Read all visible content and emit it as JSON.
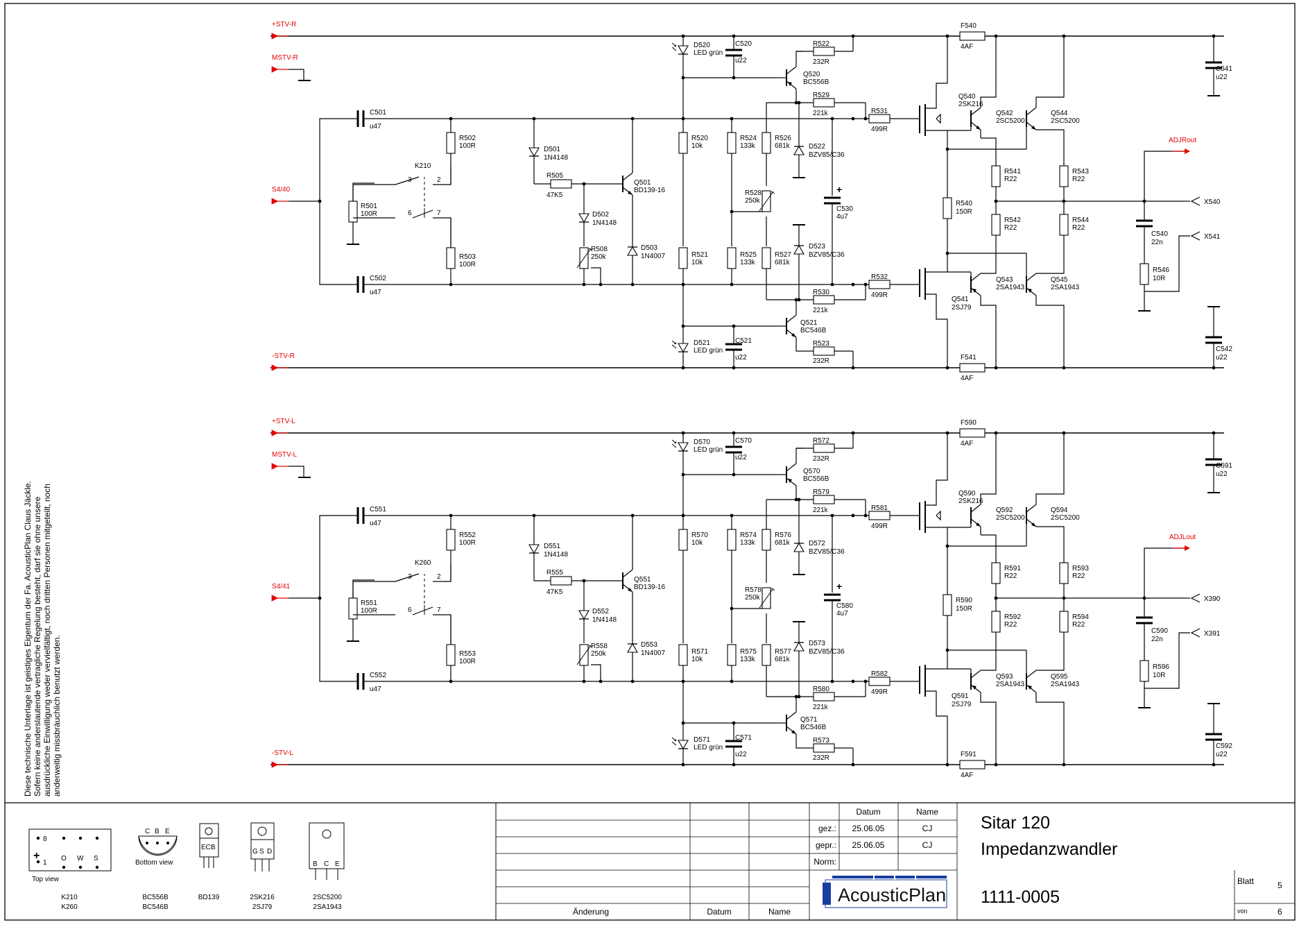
{
  "sheet": {
    "legal_notice": [
      "Diese technische Unterlage ist geistiges Eigentum der Fa. AcousticPlan Claus Jäckle.",
      "Sofern keine anderslautende vertragliche Regelung besteht, darf sie ohne unsere",
      "ausdrückliche Einwilligung weder vervielfältigt, noch dritten Personen mitgeteilt, noch",
      "anderweitig missbräuchlich benutzt werden."
    ],
    "colors": {
      "line": "#000000",
      "net_label": "#e60000",
      "logo_blue": "#1a3d9e"
    }
  },
  "channels": [
    {
      "net": {
        "vplus": "+STV-R",
        "mid": "MSTV-R",
        "vminus": "-STV-R",
        "input": "S4/40",
        "adj": "ADJRout",
        "out1": "X540",
        "out2": "X541"
      },
      "relay": {
        "name": "K210",
        "p3": "3",
        "p2": "2",
        "p6": "6",
        "p7": "7"
      },
      "c_in_top": {
        "name": "C501",
        "val": "u47"
      },
      "c_in_bot": {
        "name": "C502",
        "val": "u47"
      },
      "r_shunt": {
        "name": "R501",
        "val": "100R"
      },
      "r_top": {
        "name": "R502",
        "val": "100R"
      },
      "r_bot": {
        "name": "R503",
        "val": "100R"
      },
      "d_a": {
        "name": "D501",
        "val": "1N4148"
      },
      "r_ser": {
        "name": "R505",
        "val": "47K5"
      },
      "d_b": {
        "name": "D502",
        "val": "1N4148"
      },
      "pot_bias": {
        "name": "R508",
        "val": "250k"
      },
      "d_c": {
        "name": "D503",
        "val": "1N4007"
      },
      "q_drv": {
        "name": "Q501",
        "val": "BD139-16"
      },
      "led_top": {
        "name": "D520",
        "val": "LED grün"
      },
      "c_top": {
        "name": "C520",
        "val": "u22"
      },
      "led_bot": {
        "name": "D521",
        "val": "LED grün"
      },
      "c_bot": {
        "name": "C521",
        "val": "u22"
      },
      "r_div_top": {
        "name": "R520",
        "val": "10k"
      },
      "r_div_bot": {
        "name": "R521",
        "val": "10k"
      },
      "r_e_top": {
        "name": "R522",
        "val": "232R"
      },
      "r_e_bot": {
        "name": "R523",
        "val": "232R"
      },
      "q_cs_top": {
        "name": "Q520",
        "val": "BC556B"
      },
      "q_cs_bot": {
        "name": "Q521",
        "val": "BC546B"
      },
      "r_a": {
        "name": "R524",
        "val": "133k"
      },
      "r_b": {
        "name": "R525",
        "val": "133k"
      },
      "r_c": {
        "name": "R526",
        "val": "681k"
      },
      "r_d": {
        "name": "R527",
        "val": "681k"
      },
      "pot_off": {
        "name": "R528",
        "val": "250k"
      },
      "r_fb_top": {
        "name": "R529",
        "val": "221k"
      },
      "r_fb_bot": {
        "name": "R530",
        "val": "221k"
      },
      "z_top": {
        "name": "D522",
        "val": "BZV85/C36"
      },
      "z_bot": {
        "name": "D523",
        "val": "BZV85/C36"
      },
      "c_el": {
        "name": "C530",
        "val": "4u7"
      },
      "r_g_top": {
        "name": "R531",
        "val": "499R"
      },
      "r_g_bot": {
        "name": "R532",
        "val": "499R"
      },
      "q_mos_n": {
        "name": "Q540",
        "val": "2SK216"
      },
      "q_mos_p": {
        "name": "Q541",
        "val": "2SJ79"
      },
      "r_mid": {
        "name": "R540",
        "val": "150R"
      },
      "f_top": {
        "name": "F540",
        "val": "4AF"
      },
      "f_bot": {
        "name": "F541",
        "val": "4AF"
      },
      "q_o1": {
        "name": "Q542",
        "val": "2SC5200"
      },
      "q_o2": {
        "name": "Q544",
        "val": "2SC5200"
      },
      "q_o3": {
        "name": "Q543",
        "val": "2SA1943"
      },
      "q_o4": {
        "name": "Q545",
        "val": "2SA1943"
      },
      "r_o1": {
        "name": "R541",
        "val": "R22"
      },
      "r_o2": {
        "name": "R543",
        "val": "R22"
      },
      "r_o3": {
        "name": "R542",
        "val": "R22"
      },
      "r_o4": {
        "name": "R544",
        "val": "R22"
      },
      "c_zob": {
        "name": "C540",
        "val": "22n"
      },
      "r_zob": {
        "name": "R546",
        "val": "10R"
      },
      "c_sup_top": {
        "name": "C541",
        "val": "u22"
      },
      "c_sup_bot": {
        "name": "C542",
        "val": "u22"
      }
    },
    {
      "net": {
        "vplus": "+STV-L",
        "mid": "MSTV-L",
        "vminus": "-STV-L",
        "input": "S4/41",
        "adj": "ADJLout",
        "out1": "X390",
        "out2": "X391"
      },
      "relay": {
        "name": "K260",
        "p3": "3",
        "p2": "2",
        "p6": "6",
        "p7": "7"
      },
      "c_in_top": {
        "name": "C551",
        "val": "u47"
      },
      "c_in_bot": {
        "name": "C552",
        "val": "u47"
      },
      "r_shunt": {
        "name": "R551",
        "val": "100R"
      },
      "r_top": {
        "name": "R552",
        "val": "100R"
      },
      "r_bot": {
        "name": "R553",
        "val": "100R"
      },
      "d_a": {
        "name": "D551",
        "val": "1N4148"
      },
      "r_ser": {
        "name": "R555",
        "val": "47K5"
      },
      "d_b": {
        "name": "D552",
        "val": "1N4148"
      },
      "pot_bias": {
        "name": "R558",
        "val": "250k"
      },
      "d_c": {
        "name": "D553",
        "val": "1N4007"
      },
      "q_drv": {
        "name": "Q551",
        "val": "BD139-16"
      },
      "led_top": {
        "name": "D570",
        "val": "LED grün"
      },
      "c_top": {
        "name": "C570",
        "val": "u22"
      },
      "led_bot": {
        "name": "D571",
        "val": "LED grün"
      },
      "c_bot": {
        "name": "C571",
        "val": "u22"
      },
      "r_div_top": {
        "name": "R570",
        "val": "10k"
      },
      "r_div_bot": {
        "name": "R571",
        "val": "10k"
      },
      "r_e_top": {
        "name": "R572",
        "val": "232R"
      },
      "r_e_bot": {
        "name": "R573",
        "val": "232R"
      },
      "q_cs_top": {
        "name": "Q570",
        "val": "BC556B"
      },
      "q_cs_bot": {
        "name": "Q571",
        "val": "BC546B"
      },
      "r_a": {
        "name": "R574",
        "val": "133k"
      },
      "r_b": {
        "name": "R575",
        "val": "133k"
      },
      "r_c": {
        "name": "R576",
        "val": "681k"
      },
      "r_d": {
        "name": "R577",
        "val": "681k"
      },
      "pot_off": {
        "name": "R578",
        "val": "250k"
      },
      "r_fb_top": {
        "name": "R579",
        "val": "221k"
      },
      "r_fb_bot": {
        "name": "R580",
        "val": "221k"
      },
      "z_top": {
        "name": "D572",
        "val": "BZV85/C36"
      },
      "z_bot": {
        "name": "D573",
        "val": "BZV85/C36"
      },
      "c_el": {
        "name": "C580",
        "val": "4u7"
      },
      "r_g_top": {
        "name": "R581",
        "val": "499R"
      },
      "r_g_bot": {
        "name": "R582",
        "val": "499R"
      },
      "q_mos_n": {
        "name": "Q590",
        "val": "2SK216"
      },
      "q_mos_p": {
        "name": "Q591",
        "val": "2SJ79"
      },
      "r_mid": {
        "name": "R590",
        "val": "150R"
      },
      "f_top": {
        "name": "F590",
        "val": "4AF"
      },
      "f_bot": {
        "name": "F591",
        "val": "4AF"
      },
      "q_o1": {
        "name": "Q592",
        "val": "2SC5200"
      },
      "q_o2": {
        "name": "Q594",
        "val": "2SC5200"
      },
      "q_o3": {
        "name": "Q593",
        "val": "2SA1943"
      },
      "q_o4": {
        "name": "Q595",
        "val": "2SA1943"
      },
      "r_o1": {
        "name": "R591",
        "val": "R22"
      },
      "r_o2": {
        "name": "R593",
        "val": "R22"
      },
      "r_o3": {
        "name": "R592",
        "val": "R22"
      },
      "r_o4": {
        "name": "R594",
        "val": "R22"
      },
      "c_zob": {
        "name": "C590",
        "val": "22n"
      },
      "r_zob": {
        "name": "R596",
        "val": "10R"
      },
      "c_sup_top": {
        "name": "C591",
        "val": "u22"
      },
      "c_sup_bot": {
        "name": "C592",
        "val": "u22"
      }
    }
  ],
  "pinouts": {
    "relay": {
      "pin8": "8",
      "pin1": "1",
      "plus": "+",
      "o": "O",
      "w": "W",
      "s": "S",
      "view": "Top view",
      "parts": [
        "K210",
        "K260"
      ]
    },
    "to92": {
      "pins": [
        "C",
        "B",
        "E"
      ],
      "view": "Bottom view",
      "parts": [
        "BC556B",
        "BC546B"
      ]
    },
    "to126": {
      "pins": "ECB",
      "parts": [
        "BD139"
      ]
    },
    "to220": {
      "pins": [
        "G",
        "S",
        "D"
      ],
      "parts": [
        "2SK216",
        "2SJ79"
      ]
    },
    "to264": {
      "pins": [
        "B",
        "C",
        "E"
      ],
      "parts": [
        "2SC5200",
        "2SA1943"
      ]
    }
  },
  "title_block": {
    "col_datum": "Datum",
    "col_name": "Name",
    "rows": [
      {
        "label": "gez.:",
        "datum": "25.06.05",
        "name": "CJ"
      },
      {
        "label": "gepr.:",
        "datum": "25.06.05",
        "name": "CJ"
      },
      {
        "label": "Norm:",
        "datum": "",
        "name": ""
      }
    ],
    "rev_aenderung": "Änderung",
    "rev_datum": "Datum",
    "rev_name": "Name",
    "title1": "Sitar 120",
    "title2": "Impedanzwandler",
    "doc_number": "1111-0005",
    "blatt_label": "Blatt",
    "blatt_value": "5",
    "von_label": "von",
    "von_value": "6",
    "logo_text": "AcousticPlan"
  }
}
